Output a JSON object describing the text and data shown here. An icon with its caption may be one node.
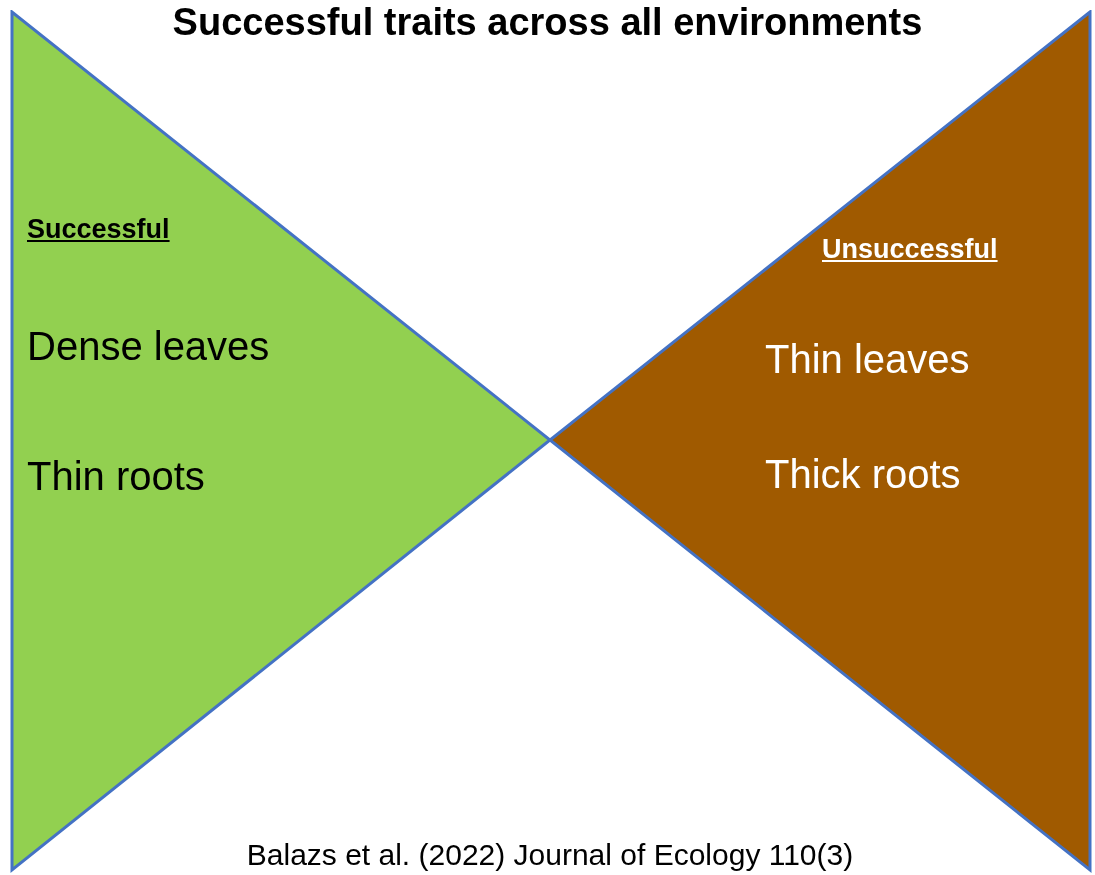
{
  "diagram": {
    "title": "Successful traits across all environments",
    "caption": "Balazs et al. (2022) Journal of Ecology 110(3)",
    "nodes": [
      {
        "text": [
          "Successful",
          "Dense leaves",
          "Thin roots"
        ]
      },
      {
        "text": [
          "Unsuccessful",
          "Thin leaves",
          "Thick roots"
        ]
      }
    ]
  }
}
